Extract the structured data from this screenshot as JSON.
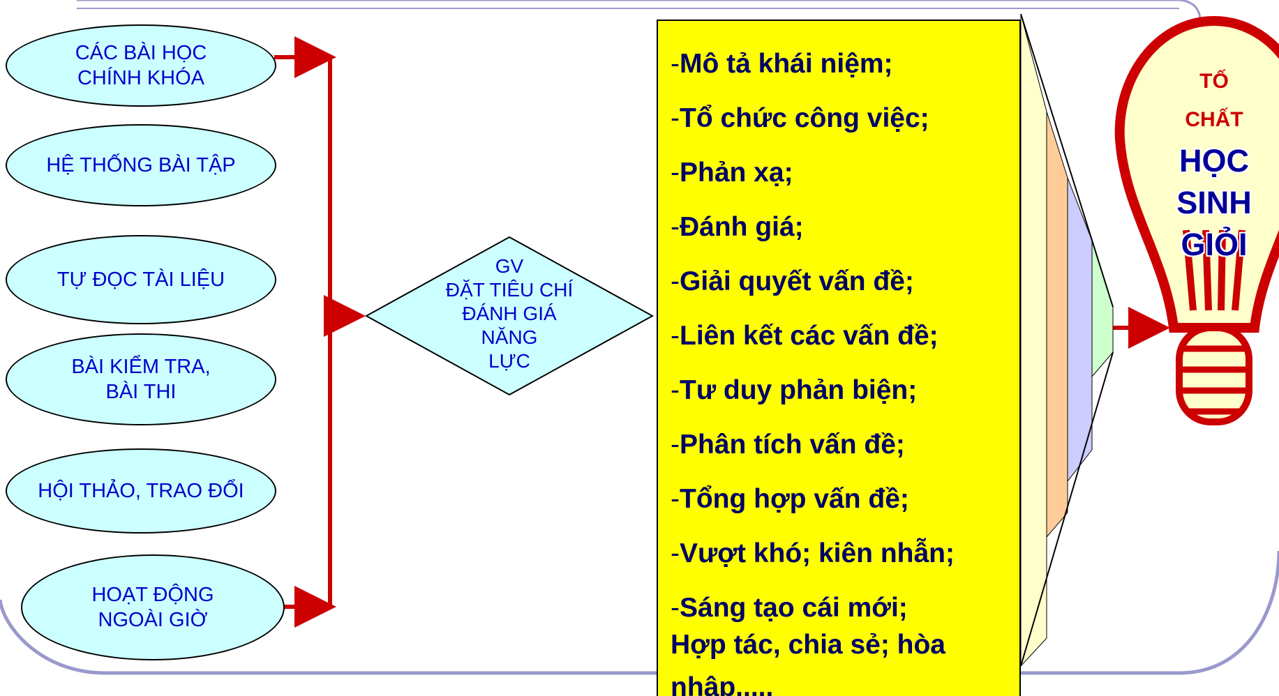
{
  "sources": [
    "CÁC BÀI HỌC\nCHÍNH KHÓA",
    "HỆ THỐNG BÀI TẬP",
    "TỰ ĐỌC TÀI LIỆU",
    "BÀI KIỂM TRA,\nBÀI THI",
    "HỘI THẢO, TRAO ĐỔI",
    "HOẠT ĐỘNG\nNGOÀI GIỜ"
  ],
  "decision": {
    "label": "GV\nĐẶT TIÊU CHÍ\nĐÁNH GIÁ\nNĂNG\nLỰC"
  },
  "criteria": {
    "items": [
      "Mô tả khái niệm;",
      "Tổ chức công việc;",
      "Phản xạ;",
      "Đánh giá;",
      "Giải quyết vấn đề;",
      "Liên kết các vấn đề;",
      "Tư duy phản biện;",
      "Phân tích vấn đề;",
      "Tổng hợp vấn đề;",
      "Vượt khó; kiên nhẫn;",
      "Sáng tạo cái mới;"
    ],
    "last": "Hợp tác, chia sẻ; hòa\nnhập....."
  },
  "bulb": {
    "line1": "TỐ",
    "line2": "CHẤT",
    "line3": "HỌC",
    "line4": "SINH",
    "line5": "GIỎI"
  },
  "colors": {
    "ellipse_fill": "#ccffff",
    "arrow": "#cc0000",
    "criteria_box": "#ffff00",
    "bulb_outline": "#cc0000",
    "bulb_fill": "#ffffcc",
    "text_blue": "#0000cc",
    "frame": "#9999cc"
  }
}
